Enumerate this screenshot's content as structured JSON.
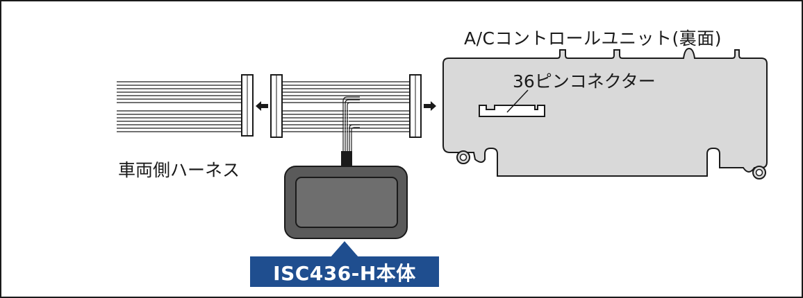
{
  "labels": {
    "control_unit": "A/Cコントロールユニット(裏面)",
    "connector": "36ピンコネクター",
    "harness": "車両側ハーネス",
    "device": "ISC436-H本体"
  },
  "colors": {
    "outline": "#1a1a1a",
    "unit_fill": "#d9d9d9",
    "device_body": "#5a5a5a",
    "device_screen": "#6e6e6e",
    "badge": "#1f4e8f",
    "badge_text": "#ffffff"
  },
  "icons": {
    "left_arrow": "arrow-left-icon",
    "right_arrow": "arrow-right-icon"
  }
}
